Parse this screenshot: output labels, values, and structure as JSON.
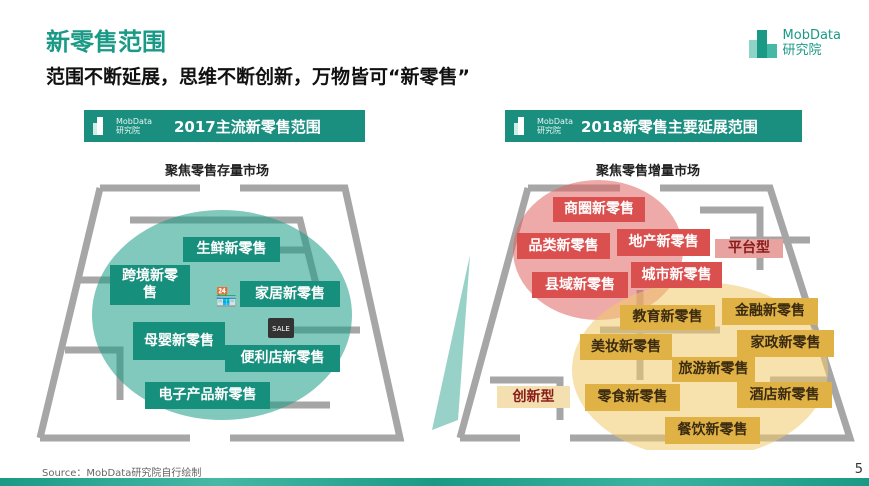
{
  "header": {
    "title": "新零售范围",
    "subtitle": "范围不断延展，思维不断创新，万物皆可“新零售”",
    "logo_line1": "MobData",
    "logo_line2": "研究院"
  },
  "left": {
    "banner": "2017主流新零售范围",
    "banner_logo1": "MobData",
    "banner_logo2": "研究院",
    "caption": "聚焦零售存量市场",
    "labels": [
      "生鲜新零售",
      "跨境新零售",
      "家居新零售",
      "母婴新零售",
      "便利店新零售",
      "电子产品新零售"
    ],
    "sale_icon_text": "SALE"
  },
  "right": {
    "banner": "2018新零售主要延展范围",
    "banner_logo1": "MobData",
    "banner_logo2": "研究院",
    "caption": "聚焦零售增量市场",
    "platform_label": "平台型",
    "innovation_label": "创新型",
    "platform_items": [
      "商圈新零售",
      "品类新零售",
      "地产新零售",
      "县域新零售",
      "城市新零售"
    ],
    "innovation_items": [
      "教育新零售",
      "金融新零售",
      "美妆新零售",
      "家政新零售",
      "旅游新零售",
      "零食新零售",
      "酒店新零售",
      "餐饮新零售"
    ]
  },
  "footer": {
    "source": "Source：MobData研究院自行绘制",
    "page": "5"
  },
  "colors": {
    "brand": "#1a9a86",
    "platform": "#d9504f",
    "innovation": "#e0b246"
  }
}
